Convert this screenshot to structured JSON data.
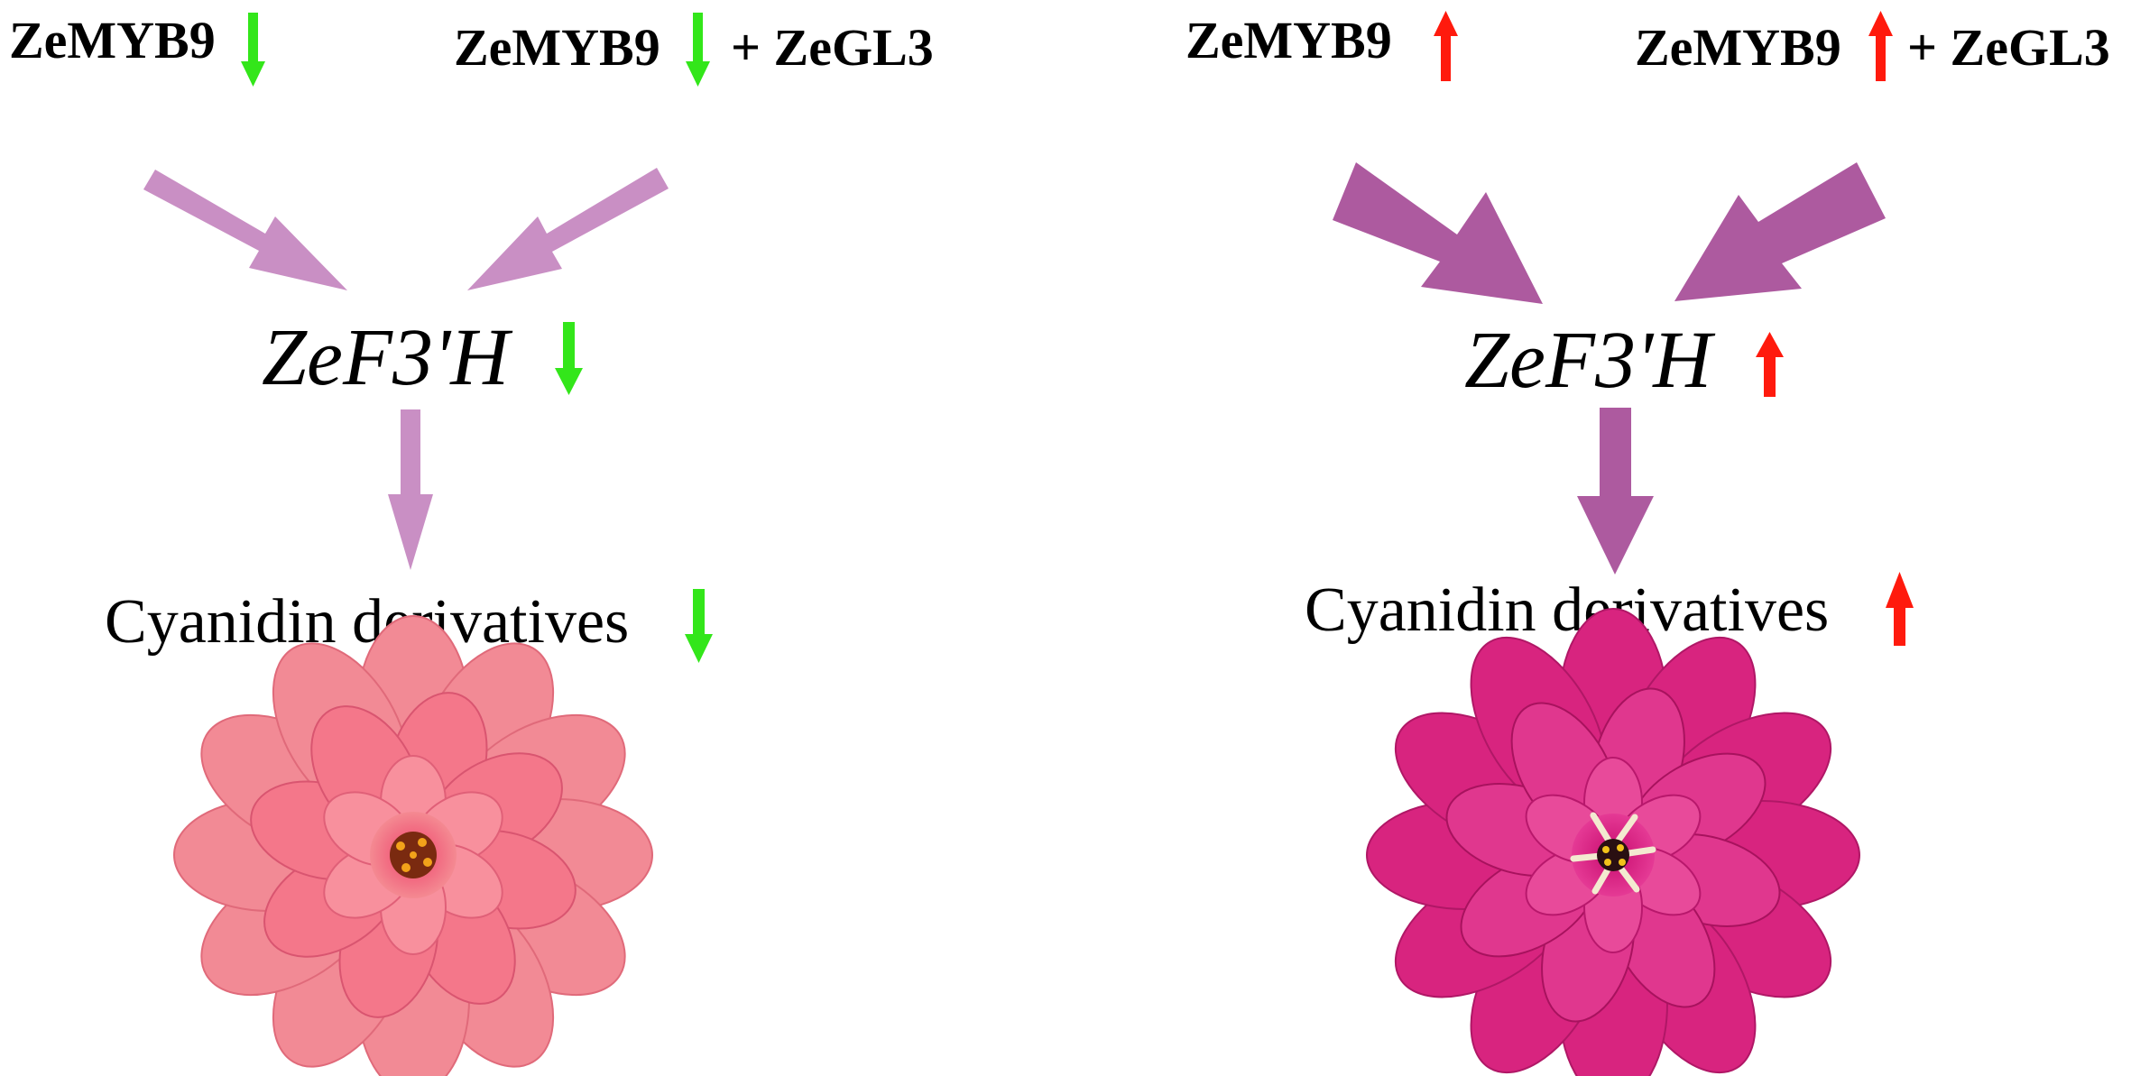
{
  "colors": {
    "down_indicator": "#33e61a",
    "up_indicator": "#ff1a0d",
    "arrow_weak": "#c98fc4",
    "arrow_strong": "#ad5a9f",
    "flower_low": "#ef6f82",
    "flower_high": "#d6207b"
  },
  "panels": [
    {
      "condition": "down",
      "label_a": "ZeMYB9",
      "label_b_pre": "ZeMYB9",
      "label_b_post": "+ ZeGL3",
      "gene": "ZeF3'H",
      "product": "Cyanidin derivatives",
      "indicator_icon": "green-down-arrow-icon",
      "flow_arrow_style": "thin-light",
      "flower_color_name": "coral pink"
    },
    {
      "condition": "up",
      "label_a": "ZeMYB9",
      "label_b_pre": "ZeMYB9",
      "label_b_post": "+ ZeGL3",
      "gene": "ZeF3'H",
      "product": "Cyanidin derivatives",
      "indicator_icon": "red-up-arrow-icon",
      "flow_arrow_style": "thick-dark",
      "flower_color_name": "magenta"
    }
  ]
}
